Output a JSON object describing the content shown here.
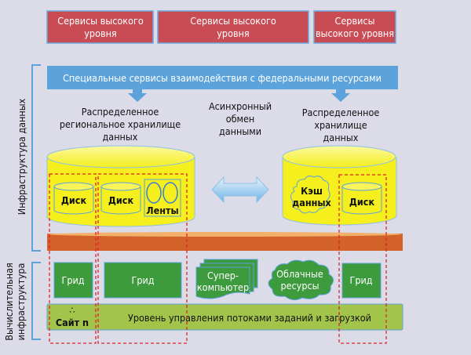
{
  "top_services": [
    {
      "line1": "Сервисы высокого",
      "line2": "уровня"
    },
    {
      "line1": "Сервисы высокого",
      "line2": "уровня"
    },
    {
      "line1": "Сервисы",
      "line2": "высокого уровня"
    }
  ],
  "federal_bar": "Специальные сервисы взаимодействия с федеральными ресурсами",
  "left_storage_label": [
    "Распределенное",
    "региональное хранилище",
    "данных"
  ],
  "async_label": [
    "Асинхронный",
    "обмен",
    "данными"
  ],
  "right_storage_label": [
    "Распределенное",
    "хранилище",
    "данных"
  ],
  "left_storage": {
    "disk1": "Диск",
    "disk2": "Диск",
    "tapes": "Ленты"
  },
  "right_storage": {
    "cache": [
      "Кэш",
      "данных"
    ],
    "disk": "Диск"
  },
  "compute": {
    "grid1": "Грид",
    "grid2": "Грид",
    "supercomputer": [
      "Супер-",
      "компьютер"
    ],
    "cloud": [
      "Облачные",
      "ресурсы"
    ],
    "grid3": "Грид"
  },
  "workflow_bar": "Уровень управления потоками заданий и загрузкой",
  "site_label": "Сайт n",
  "ellipsis": "∴",
  "side_labels": {
    "data_infra": "Инфраструктура данных",
    "compute_infra": [
      "Вычислительная",
      "инфраструктура"
    ]
  },
  "colors": {
    "service": "#c94c55",
    "federal": "#5ca3dc",
    "storage": "#f7f23a",
    "network": "#d2622a",
    "compute": "#3d9a3d",
    "workflow": "#a3c44a",
    "site": "#e0242c"
  }
}
